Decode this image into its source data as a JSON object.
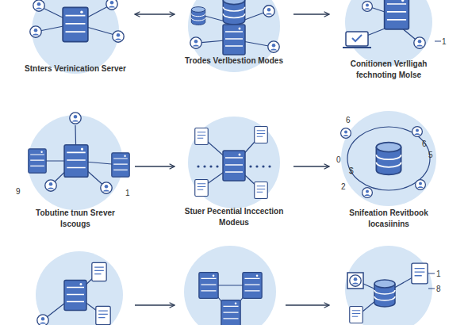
{
  "diagram": {
    "nodes": [
      {
        "text": [
          "Stnters Verinication Server"
        ]
      },
      {
        "text": [
          "Trodes Verlbestion Modes"
        ]
      },
      {
        "text": [
          "Conitionen Verlligah fechnoting Molse"
        ]
      },
      {
        "text": [
          "Tobutine tnun Srever Iscougs"
        ]
      },
      {
        "text": [
          "Stuer Pecential Inccection Modeus"
        ]
      },
      {
        "text": [
          "Snifeation Revitbook Iocasiinins"
        ]
      },
      {
        "text": []
      },
      {
        "text": []
      },
      {
        "text": []
      }
    ],
    "edges": [
      {
        "from": 0,
        "to": 1,
        "arrow": "both"
      },
      {
        "from": 1,
        "to": 2,
        "arrow": "to"
      },
      {
        "from": 3,
        "to": 4,
        "arrow": "to"
      },
      {
        "from": 4,
        "to": 5,
        "arrow": "to"
      },
      {
        "from": 6,
        "to": 7,
        "arrow": "to"
      },
      {
        "from": 7,
        "to": 8,
        "arrow": "to"
      }
    ],
    "labels": [
      "1",
      "9",
      "1",
      "6",
      "6",
      "5",
      "0",
      "$",
      "2",
      "1",
      "8"
    ]
  }
}
